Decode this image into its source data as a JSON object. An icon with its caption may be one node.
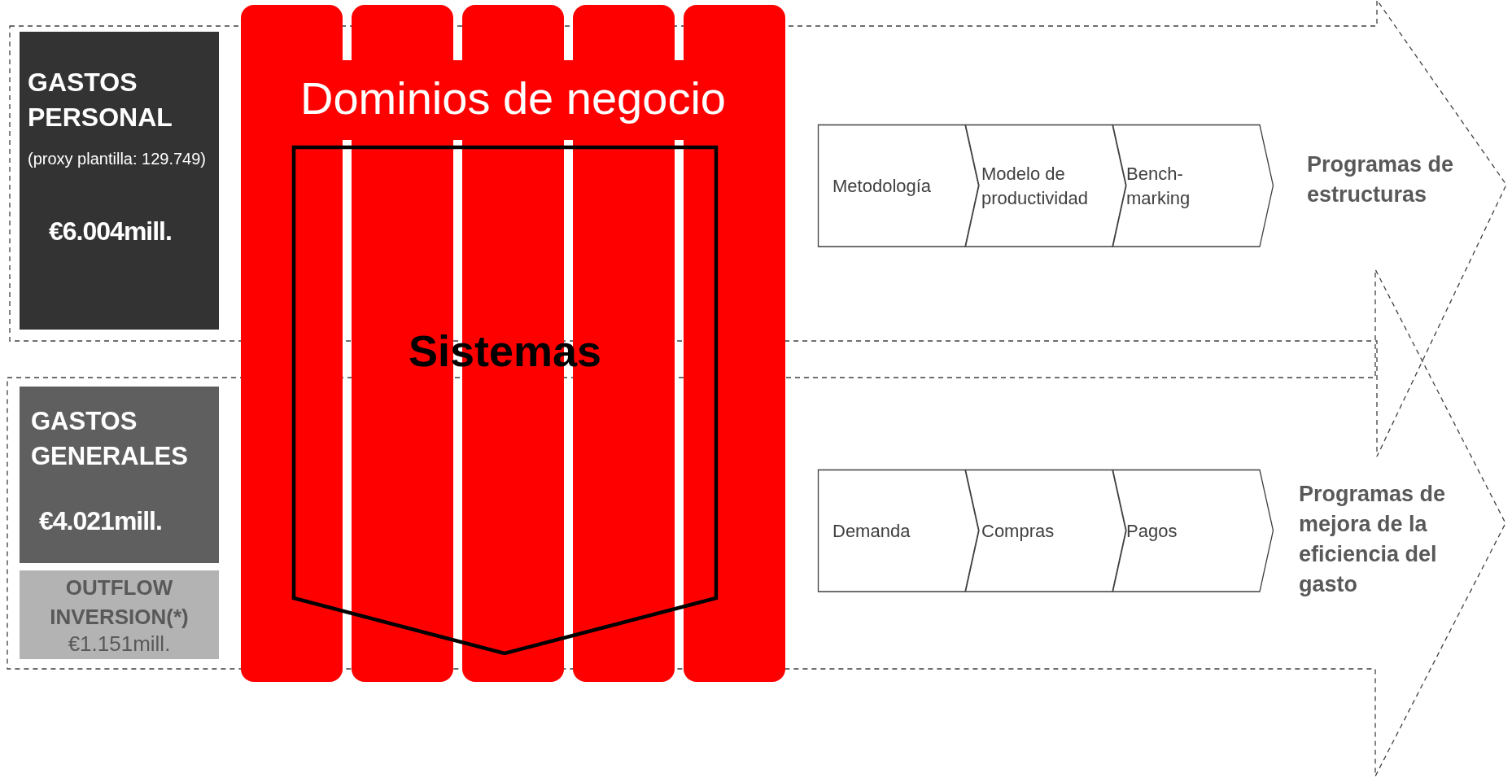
{
  "diagram": {
    "nodes": [
      {
        "text": [
          "Programas de estructuras"
        ]
      },
      {
        "text": [
          "GASTOS PERSONAL",
          "(proxy plantilla: 129.749)",
          "€6.004mill."
        ],
        "in": 0
      },
      {
        "text": [
          "Metodología"
        ],
        "in": 0
      },
      {
        "text": [
          "Modelo de productividad"
        ],
        "in": 0
      },
      {
        "text": [
          "Bench-marking"
        ],
        "in": 0
      },
      {
        "text": [
          "Programas de mejora de la eficiencia del gasto"
        ]
      },
      {
        "text": [
          "GASTOS GENERALES",
          "€4.021mill."
        ],
        "in": 5
      },
      {
        "text": [
          "OUTFLOW INVERSION(*)",
          "€1.151mill."
        ],
        "in": 5
      },
      {
        "text": [
          "Demanda"
        ],
        "in": 5
      },
      {
        "text": [
          "Compras"
        ],
        "in": 5
      },
      {
        "text": [
          "Pagos"
        ],
        "in": 5
      },
      {
        "text": [
          "Dominios de negocio"
        ]
      },
      {
        "text": [
          "Sistemas"
        ],
        "in": 11
      }
    ]
  }
}
